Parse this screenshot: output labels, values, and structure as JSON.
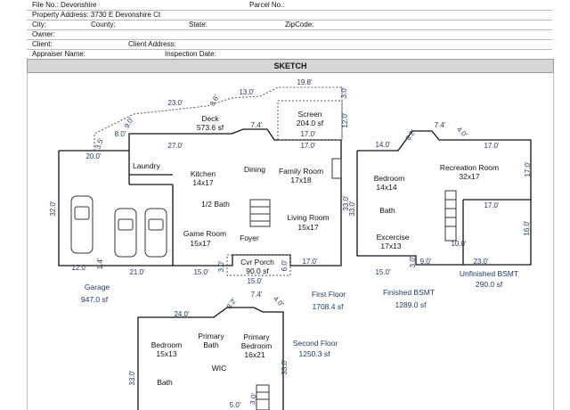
{
  "header": {
    "file_no": "File No.: Devonshire",
    "parcel_no": "Parcel No.:",
    "property_address": "Property Address: 3730 E Devonshire Ct",
    "city": "City:",
    "county": "County:",
    "state": "State:",
    "zip": "ZipCode:",
    "owner": "Owner:",
    "client": "Client:",
    "client_address": "Client Address:",
    "appraiser": "Appraiser Name:",
    "inspection": "Inspection Date:"
  },
  "sketch_title": "SKETCH",
  "rooms": {
    "deck": "Deck",
    "deck_sf": "573.6 sf",
    "screen": "Screen",
    "screen_sf": "204.0 sf",
    "laundry": "Laundry",
    "kitchen": "Kitchen",
    "kitchen_dim": "14x17",
    "dining": "Dining",
    "family": "Family Room",
    "family_dim": "17x18",
    "half_bath": "1/2 Bath",
    "living": "Living Room",
    "living_dim": "15x17",
    "game": "Game Room",
    "game_dim": "15x17",
    "foyer": "Foyer",
    "porch": "Cvr Porch",
    "porch_sf": "90.0 sf",
    "garage": "Garage",
    "garage_sf": "947.0 sf",
    "first_floor": "First Floor",
    "first_floor_sf": "1708.4 sf",
    "bsmt_bedroom": "Bedroom",
    "bsmt_bedroom_dim": "14x14",
    "recreation": "Recreation Room",
    "recreation_dim": "32x17",
    "bsmt_bath": "Bath",
    "exercise": "Excercise",
    "exercise_dim": "17x13",
    "finished_bsmt": "Finished BSMT",
    "finished_bsmt_sf": "1289.0 sf",
    "unfinished_bsmt": "Unfinished BSMT",
    "unfinished_bsmt_sf": "290.0 sf",
    "up_bedroom": "Bedroom",
    "up_bedroom_dim": "15x13",
    "primary_bath_1": "Primary",
    "primary_bath_2": "Bath",
    "primary_bed_1": "Primary",
    "primary_bed_2": "Bedroom",
    "primary_bed_dim": "16x21",
    "wic": "WIC",
    "up_bath": "Bath",
    "second_floor": "Second Floor",
    "second_floor_sf": "1250.3 sf"
  },
  "dims": {
    "d198": "19.8'",
    "d130": "13.0'",
    "d30a": "3.0'",
    "d230": "23.0'",
    "d36": "3.6'",
    "d120": "12.0'",
    "d90": "9.0'",
    "d74a": "7.4'",
    "d170a": "17.0'",
    "d80": "8.0'",
    "d35": "3.5'",
    "d270": "27.0'",
    "d170b": "17.0'",
    "d200": "20.0'",
    "d320": "32.0'",
    "d330a": "33.0'",
    "d120b": "12.0'",
    "d14": "1.4'",
    "d210": "21.0'",
    "d150a": "15.0'",
    "d30b": "3.0'",
    "d60": "6.0'",
    "d150b": "15.0'",
    "d170c": "17.0'",
    "d140": "14.0'",
    "d82a": "8.2'",
    "d74b": "7.4'",
    "d40a": "4.0'",
    "d170d": "17.0'",
    "d170e": "17.0'",
    "d330b": "33.0'",
    "d170f": "17.0'",
    "d160": "16.0'",
    "d100": "10.0'",
    "d150c": "15.0'",
    "d30c": "3.0'",
    "d90b": "9.0'",
    "d230b": "23.0'",
    "d74c": "7.4'",
    "d82b": "8.2'",
    "d40b": "4.0'",
    "d240": "24.0'",
    "d330c": "33.0'",
    "d330d": "33.0'",
    "d50": "5.0'",
    "d30d": "3.0'"
  }
}
